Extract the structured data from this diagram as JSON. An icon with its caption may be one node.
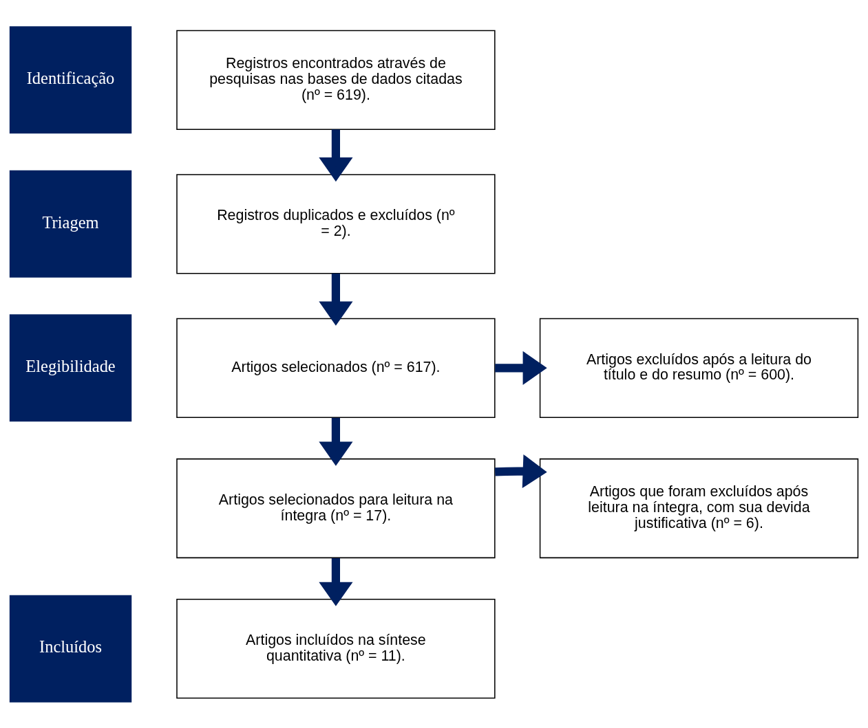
{
  "diagram": {
    "nodes": [
      {
        "text": [
          "Identificação"
        ]
      },
      {
        "text": [
          "Registros encontrados através de pesquisas nas bases de dados citadas (nº = 619)."
        ]
      },
      {
        "text": [
          "Triagem"
        ]
      },
      {
        "text": [
          "Registros duplicados e excluídos (nº = 2)."
        ]
      },
      {
        "text": [
          "Elegibilidade"
        ]
      },
      {
        "text": [
          "Artigos selecionados (nº = 617)."
        ]
      },
      {
        "text": [
          "Artigos excluídos após a leitura do título e do resumo (nº = 600)."
        ]
      },
      {
        "text": [
          "Artigos selecionados para leitura na íntegra (nº = 17)."
        ]
      },
      {
        "text": [
          "Artigos que foram excluídos após leitura na íntegra, com sua devida justificativa (nº = 6)."
        ]
      },
      {
        "text": [
          "Incluídos"
        ]
      },
      {
        "text": [
          "Artigos incluídos na síntese quantitativa (nº = 11)."
        ]
      }
    ],
    "edges": [
      {
        "from": 1,
        "to": 3,
        "arrow": "to"
      },
      {
        "from": 3,
        "to": 5,
        "arrow": "to"
      },
      {
        "from": 5,
        "to": 6,
        "arrow": "to"
      },
      {
        "from": 5,
        "to": 7,
        "arrow": "to"
      },
      {
        "from": 7,
        "to": 8,
        "arrow": "to"
      },
      {
        "from": 7,
        "to": 10,
        "arrow": "to"
      }
    ]
  }
}
